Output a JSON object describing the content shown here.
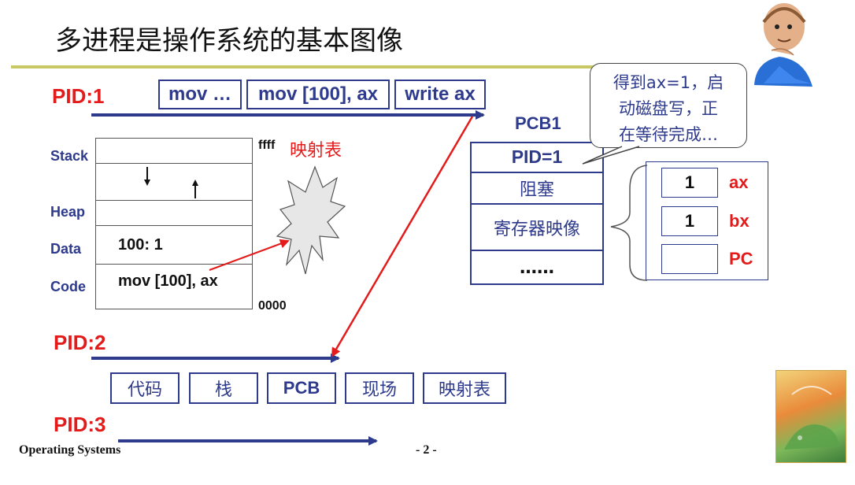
{
  "title": "多进程是操作系统的基本图像",
  "pids": [
    "PID:1",
    "PID:2",
    "PID:3"
  ],
  "instructions": [
    "mov …",
    "mov [100], ax",
    "write ax"
  ],
  "memory": {
    "labels": [
      "Stack",
      "Heap",
      "Data",
      "Code"
    ],
    "data_cell": "100:  1",
    "code_cell": "mov [100], ax",
    "addr_top": "ffff",
    "addr_bottom": "0000"
  },
  "map_table_label": "映射表",
  "pcb": {
    "title": "PCB1",
    "rows": [
      "PID=1",
      "阻塞",
      "寄存器映像",
      "……"
    ]
  },
  "bubble_lines": [
    "得到ax=1，启",
    "动磁盘写，正",
    "在等待完成…"
  ],
  "registers": [
    {
      "name": "ax",
      "value": "1"
    },
    {
      "name": "bx",
      "value": "1"
    },
    {
      "name": "PC",
      "value": ""
    }
  ],
  "segments": [
    "代码",
    "栈",
    "PCB",
    "现场",
    "映射表"
  ],
  "footer": {
    "left": "Operating Systems",
    "page": "- 2 -"
  },
  "colors": {
    "accent_red": "#e31b1b",
    "navy": "#2e3a8c",
    "rule": "#c8c864"
  }
}
